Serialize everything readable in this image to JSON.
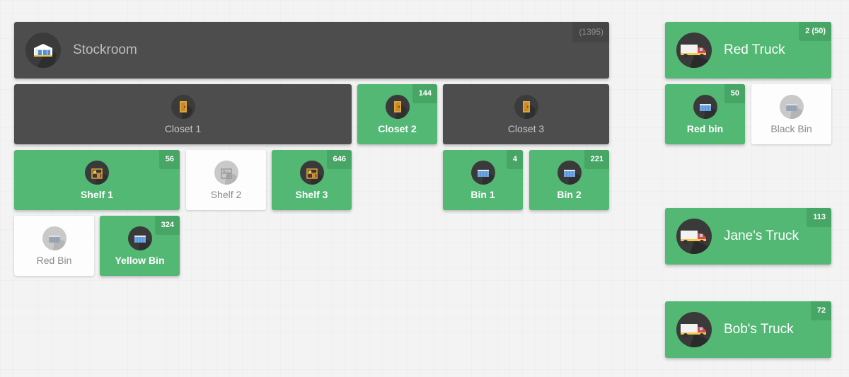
{
  "stockroom": {
    "label": "Stockroom",
    "count": "(1395)"
  },
  "closets": [
    {
      "label": "Closet 1",
      "count": ""
    },
    {
      "label": "Closet 2",
      "count": "144"
    },
    {
      "label": "Closet 3",
      "count": ""
    }
  ],
  "shelves": [
    {
      "label": "Shelf 1",
      "count": "56"
    },
    {
      "label": "Shelf 2",
      "count": ""
    },
    {
      "label": "Shelf 3",
      "count": "646"
    }
  ],
  "bins": [
    {
      "label": "Bin 1",
      "count": "4"
    },
    {
      "label": "Bin 2",
      "count": "221"
    },
    {
      "label": "Red Bin",
      "count": ""
    },
    {
      "label": "Yellow Bin",
      "count": "324"
    }
  ],
  "trucks": [
    {
      "label": "Red Truck",
      "count": "2 (50)"
    },
    {
      "label": "Jane's Truck",
      "count": "113"
    },
    {
      "label": "Bob's Truck",
      "count": "72"
    }
  ],
  "truck_bins": [
    {
      "label": "Red bin",
      "count": "50"
    },
    {
      "label": "Black Bin",
      "count": ""
    }
  ],
  "colors": {
    "green": "#52b874",
    "dark": "#4d4d4d",
    "white": "#fdfdfd"
  }
}
